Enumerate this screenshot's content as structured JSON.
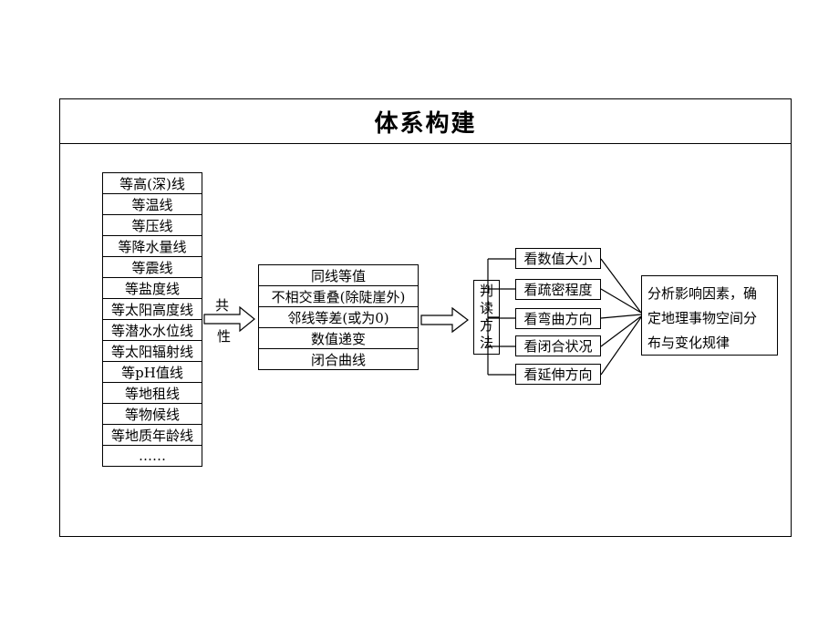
{
  "title": "体系构建",
  "isolines": [
    "等高(深)线",
    "等温线",
    "等压线",
    "等降水量线",
    "等震线",
    "等盐度线",
    "等太阳高度线",
    "等潜水水位线",
    "等太阳辐射线",
    "等pH值线",
    "等地租线",
    "等物候线",
    "等地质年龄线",
    "……"
  ],
  "common_label_1": "共",
  "common_label_2": "性",
  "properties": [
    "同线等值",
    "不相交重叠(除陡崖外)",
    "邻线等差(或为0)",
    "数值递变",
    "闭合曲线"
  ],
  "method_chars": [
    "判",
    "读",
    "方",
    "法"
  ],
  "methods": [
    "看数值大小",
    "看疏密程度",
    "看弯曲方向",
    "看闭合状况",
    "看延伸方向"
  ],
  "conclusion_lines": [
    "分析影响因素，确",
    "定地理事物空间分",
    "布与变化规律"
  ]
}
